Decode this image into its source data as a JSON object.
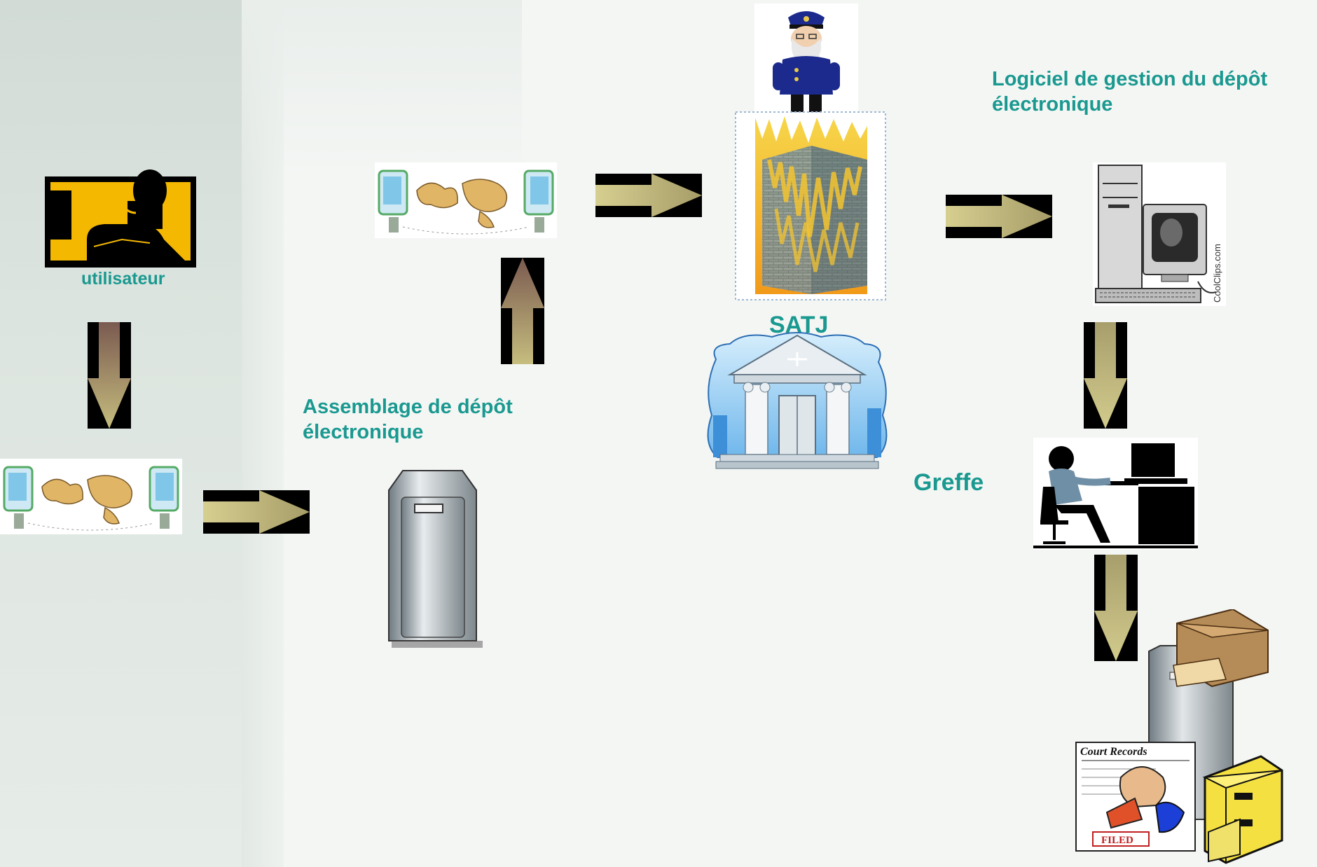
{
  "labels": {
    "utilisateur": "utilisateur",
    "assemblage": "Assemblage de dépôt électronique",
    "satj": "SATJ",
    "logiciel": "Logiciel de gestion du dépôt électronique",
    "greffe": "Greffe"
  },
  "clipart_text": {
    "coolclips": "CoolClips.com",
    "court_records": "Court Records",
    "filed": "FILED"
  },
  "colors": {
    "label": "#1a9990",
    "arrow_fill": "#b8b27a",
    "arrow_border": "#000000",
    "user_panel": "#f5b800"
  },
  "icons": [
    "user-at-computer-icon",
    "internet-network-icon",
    "server-tower-icon",
    "police-officer-icon",
    "firewall-icon",
    "courthouse-icon",
    "desktop-computer-icon",
    "clerk-at-desk-icon",
    "records-filing-icon"
  ]
}
